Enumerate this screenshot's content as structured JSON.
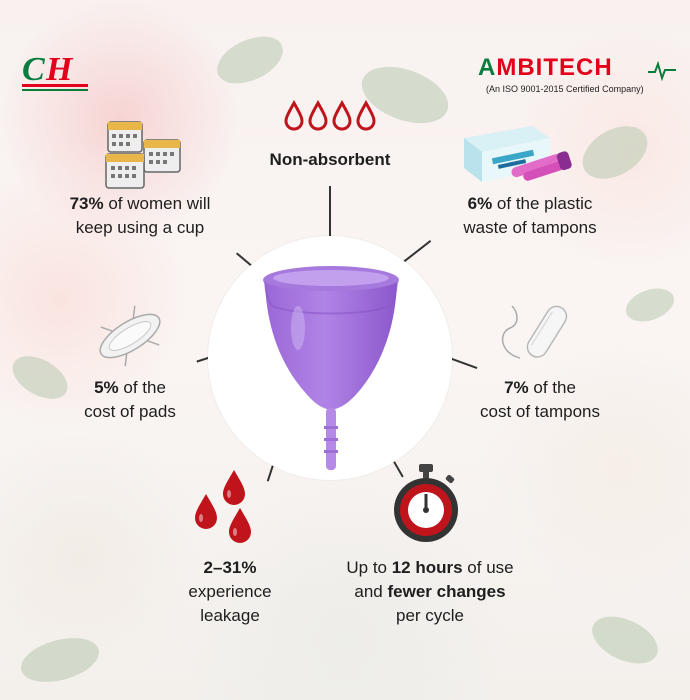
{
  "logo_left": {
    "text": "CH"
  },
  "logo_right": {
    "brand_prefix": "A",
    "brand_rest": "MBITECH",
    "subtitle": "(An ISO 9001-2015 Certified Company)"
  },
  "items": {
    "non_absorbent": {
      "label": "Non-absorbent"
    },
    "women_cup": {
      "bold": "73%",
      "text1": " of women will",
      "text2": "keep using a cup"
    },
    "plastic_waste": {
      "bold": "6%",
      "text1": " of the plastic",
      "text2": "waste of tampons"
    },
    "pads_cost": {
      "bold": "5%",
      "text1": " of the",
      "text2": "cost of pads"
    },
    "tampons_cost": {
      "bold": "7%",
      "text1": " of the",
      "text2": "cost of tampons"
    },
    "leakage": {
      "bold": "2–31%",
      "text1": "experience",
      "text2": "leakage"
    },
    "hours": {
      "text_a": "Up to ",
      "bold_a": "12 hours",
      "text_b": " of use",
      "text_c": "and ",
      "bold_b": "fewer changes",
      "text_d": "per cycle"
    }
  },
  "colors": {
    "drop_red": "#c0141c",
    "cup_purple": "#a473d9",
    "brand_red": "#e2001a",
    "brand_green": "#0a7d3e"
  },
  "icons": [
    "logo-ch",
    "ambitech-logo",
    "drops-outline-icon",
    "calendar-icon",
    "tampon-box-icon",
    "pad-icon",
    "tampon-icon",
    "blood-drops-icon",
    "stopwatch-icon",
    "menstrual-cup-image"
  ]
}
